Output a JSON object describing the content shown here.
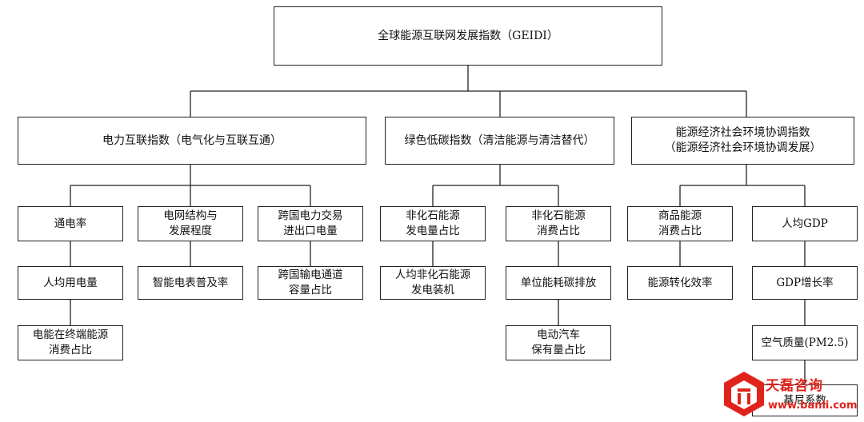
{
  "root": {
    "label": "全球能源互联网发展指数（GEIDI）"
  },
  "categories": [
    {
      "label": "电力互联指数（电气化与互联互通）",
      "groups": [
        [
          "通电率",
          "人均用电量",
          "电能在终端能源\n消费占比"
        ],
        [
          "电网结构与\n发展程度",
          "智能电表普及率"
        ],
        [
          "跨国电力交易\n进出口电量",
          "跨国输电通道\n容量占比"
        ]
      ]
    },
    {
      "label": "绿色低碳指数（清洁能源与清洁替代）",
      "groups": [
        [
          "非化石能源\n发电量占比",
          "人均非化石能源\n发电装机"
        ],
        [
          "非化石能源\n消费占比",
          "单位能耗碳排放",
          "电动汽车\n保有量占比"
        ]
      ]
    },
    {
      "label": "能源经济社会环境协调指数\n（能源经济社会环境协调发展）",
      "groups": [
        [
          "商品能源\n消费占比",
          "能源转化效率"
        ],
        [
          "人均GDP",
          "GDP增长率",
          "空气质量(PM2.5)",
          "基尼系数"
        ]
      ]
    }
  ],
  "watermark": {
    "name": "天磊咨询",
    "url": "www.banli.com"
  },
  "colors": {
    "line": "#222222",
    "watermark": "#e0231b"
  }
}
